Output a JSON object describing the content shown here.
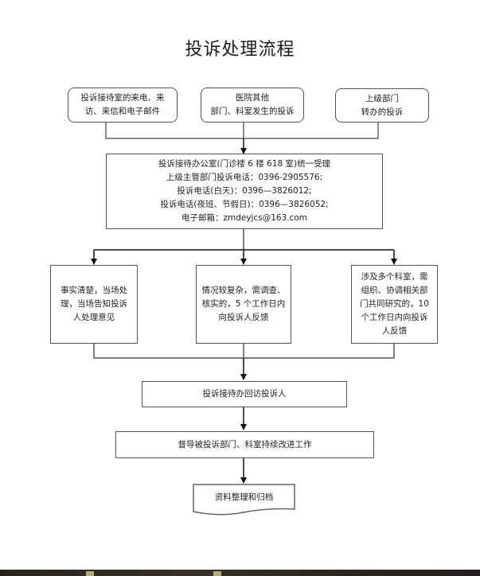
{
  "title": "投诉处理流程",
  "sources": [
    {
      "lines": [
        "投诉接待室的来电、来",
        "访、来信和电子邮件"
      ]
    },
    {
      "lines": [
        "医院其他",
        "部门、科室发生的投诉"
      ]
    },
    {
      "lines": [
        "上级部门",
        "转办的投诉"
      ]
    }
  ],
  "reception": {
    "lines": [
      "投诉接待办公室(门诊楼 6 楼 618 室)统一受理",
      "上级主管部门投诉电话：0396-2905576;",
      "投诉电话(白天)：0396—3826012;",
      "投诉电话(夜班、节假日)：0396—3826052;",
      "电子邮箱：zmdeyjcs@163.com"
    ]
  },
  "outcomes": [
    {
      "lines": [
        "事实清楚，当场处",
        "理，当场告知投诉",
        "人处理意见"
      ]
    },
    {
      "lines": [
        "情况较复杂，需调查、",
        "核实的，5 个工作日内",
        "向投诉人反馈"
      ]
    },
    {
      "lines": [
        "涉及多个科室，需",
        "组织、协调相关部",
        "门共同研究的，10",
        "个工作日内向投诉",
        "人反馈"
      ]
    }
  ],
  "followup": "投诉接待办回访投诉人",
  "improvement": "督导被投诉部门、科室持续改进工作",
  "archive": "资料整理和归档",
  "colors": {
    "line": "#555555",
    "arrow": "#111111",
    "taskbar": "#2e2721"
  }
}
